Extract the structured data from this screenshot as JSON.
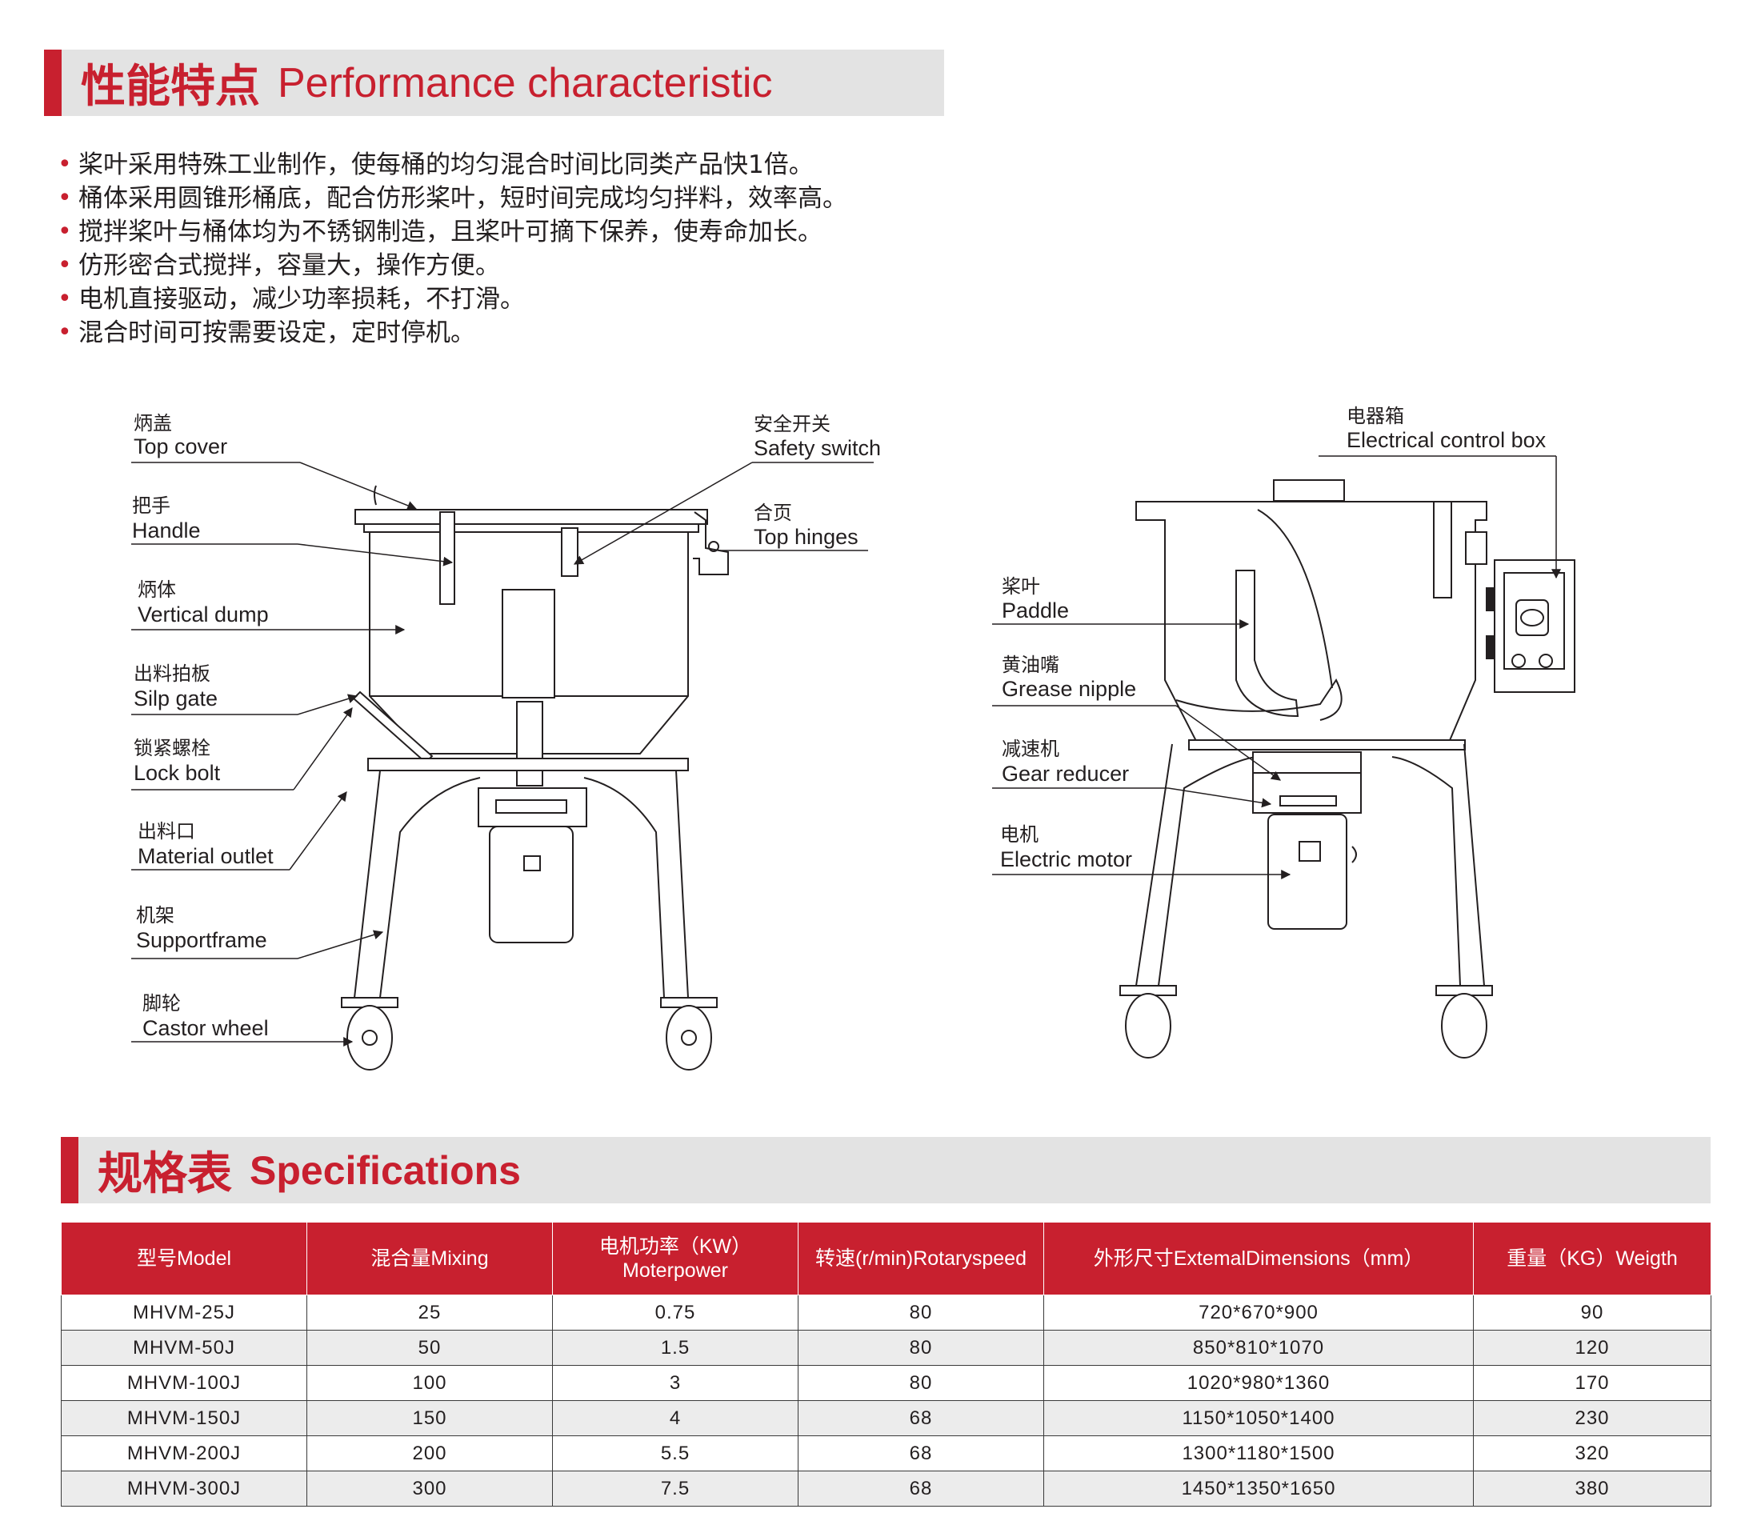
{
  "performance": {
    "title_cn": "性能特点",
    "title_en": "Performance characteristic",
    "bullet_symbol": "•",
    "features": [
      "桨叶采用特殊工业制作，使每桶的均匀混合时间比同类产品快1倍。",
      "桶体采用圆锥形桶底，配合仿形桨叶，短时间完成均匀拌料，效率高。",
      "搅拌桨叶与桶体均为不锈钢制造，且桨叶可摘下保养，使寿命加长。",
      "仿形密合式搅拌，容量大，操作方便。",
      "电机直接驱动，减少功率损耗，不打滑。",
      "混合时间可按需要设定，定时停机。"
    ]
  },
  "diagram": {
    "left_labels": [
      {
        "cn": "炳盖",
        "en": "Top cover"
      },
      {
        "cn": "把手",
        "en": "Handle"
      },
      {
        "cn": "炳体",
        "en": "Vertical dump"
      },
      {
        "cn": "出料拍板",
        "en": "Silp gate"
      },
      {
        "cn": "锁紧螺栓",
        "en": "Lock bolt"
      },
      {
        "cn": "出料口",
        "en": "Material outlet"
      },
      {
        "cn": "机架",
        "en": "Supportframe"
      },
      {
        "cn": "脚轮",
        "en": "Castor wheel"
      }
    ],
    "right_of_left_labels": [
      {
        "cn": "安全开关",
        "en": "Safety switch"
      },
      {
        "cn": "合页",
        "en": "Top hinges"
      }
    ],
    "side_view_labels": [
      {
        "cn": "电器箱",
        "en": "Electrical control box"
      },
      {
        "cn": "桨叶",
        "en": "Paddle"
      },
      {
        "cn": "黄油嘴",
        "en": "Grease nipple"
      },
      {
        "cn": "减速机",
        "en": "Gear reducer"
      },
      {
        "cn": "电机",
        "en": "Electric motor"
      }
    ]
  },
  "specifications": {
    "title_cn": "规格表",
    "title_en": "Specifications",
    "headers": [
      "型号Model",
      "混合量Mixing",
      "电机功率（KW）Moterpower",
      "转速(r/min)Rotaryspeed",
      "外形尺寸ExtemalDimensions（mm）",
      "重量（KG）Weigth"
    ],
    "rows": [
      [
        "MHVM-25J",
        "25",
        "0.75",
        "80",
        "720*670*900",
        "90"
      ],
      [
        "MHVM-50J",
        "50",
        "1.5",
        "80",
        "850*810*1070",
        "120"
      ],
      [
        "MHVM-100J",
        "100",
        "3",
        "80",
        "1020*980*1360",
        "170"
      ],
      [
        "MHVM-150J",
        "150",
        "4",
        "68",
        "1150*1050*1400",
        "230"
      ],
      [
        "MHVM-200J",
        "200",
        "5.5",
        "68",
        "1300*1180*1500",
        "320"
      ],
      [
        "MHVM-300J",
        "300",
        "7.5",
        "68",
        "1450*1350*1650",
        "380"
      ]
    ]
  },
  "colors": {
    "accent": "#c8202f",
    "bar_gray": "#e3e3e3",
    "row_alt": "#ececec",
    "text": "#231f20"
  }
}
